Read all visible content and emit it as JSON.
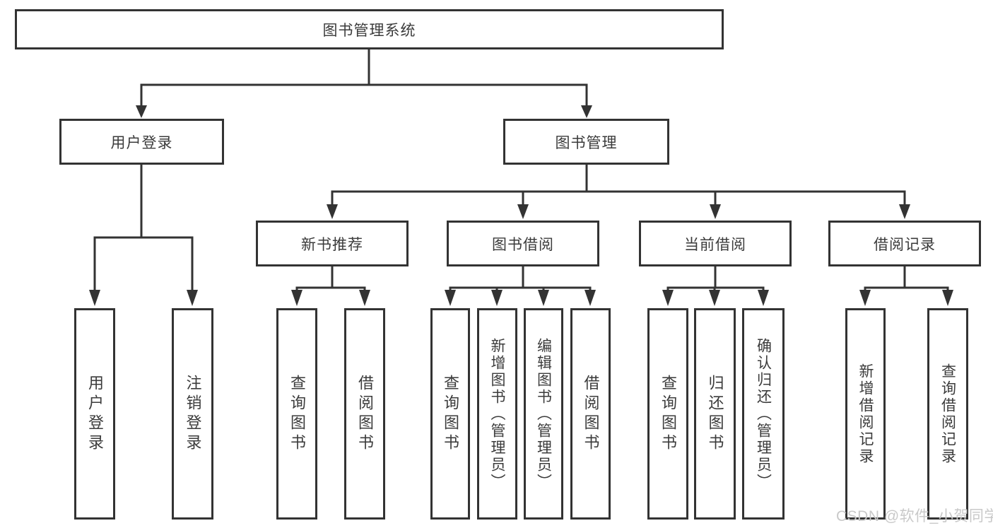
{
  "colors": {
    "line": "#333333",
    "box_border": "#333333",
    "text": "#3b3b3b",
    "background": "#ffffff",
    "watermark": "#c9c9c9"
  },
  "tree": {
    "label": "图书管理系统",
    "children": [
      {
        "label": "用户登录",
        "children": [
          {
            "label": "用户登录"
          },
          {
            "label": "注销登录"
          }
        ]
      },
      {
        "label": "图书管理",
        "children": [
          {
            "label": "新书推荐",
            "children": [
              {
                "label": "查询图书"
              },
              {
                "label": "借阅图书"
              }
            ]
          },
          {
            "label": "图书借阅",
            "children": [
              {
                "label": "查询图书"
              },
              {
                "label": "新增图书（管理员）"
              },
              {
                "label": "编辑图书（管理员）"
              },
              {
                "label": "借阅图书"
              }
            ]
          },
          {
            "label": "当前借阅",
            "children": [
              {
                "label": "查询图书"
              },
              {
                "label": "归还图书"
              },
              {
                "label": "确认归还（管理员）"
              }
            ]
          },
          {
            "label": "借阅记录",
            "children": [
              {
                "label": "新增借阅记录"
              },
              {
                "label": "查询借阅记录"
              }
            ]
          }
        ]
      }
    ]
  },
  "watermark": {
    "text": "CSDN @软件_小贺同学"
  }
}
